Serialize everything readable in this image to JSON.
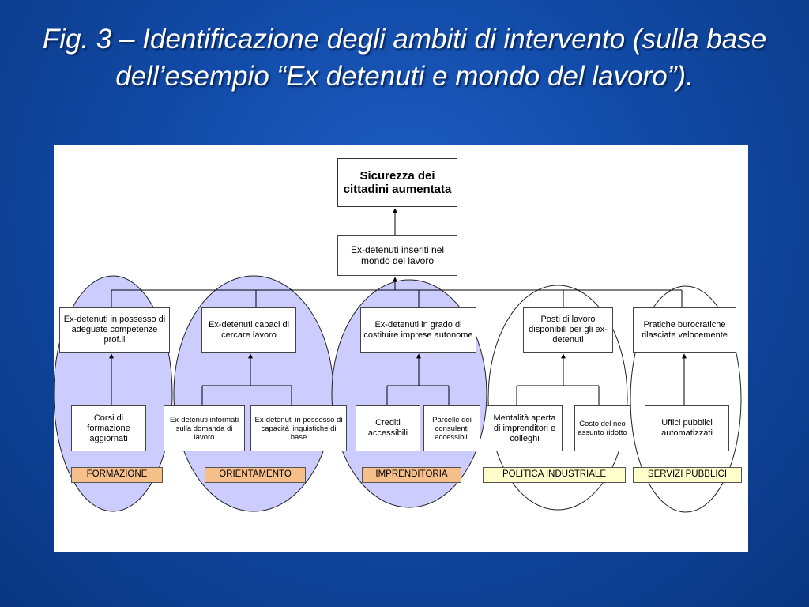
{
  "slide": {
    "title": "Fig. 3 – Identificazione degli ambiti di intervento (sulla base dell’esempio “Ex detenuti e mondo del lavoro”)."
  },
  "colors": {
    "background": "#114aa6",
    "ellipse_fill": "#ccccff",
    "label_orange": "#f7c08a",
    "label_yellow": "#ffffcc"
  },
  "diagram": {
    "goal": "Sicurezza dei cittadini aumentata",
    "purpose": "Ex-detenuti inseriti nel mondo del lavoro",
    "results": [
      "Ex-detenuti in possesso di adeguate competenze prof.li",
      "Ex-detenuti capaci di cercare lavoro",
      "Ex-detenuti in grado di costituire imprese autonome",
      "Posti di lavoro disponibili  per gli ex-detenuti",
      "Pratiche burocratiche rilasciate velocemente"
    ],
    "activities": [
      "Corsi di formazione aggiornati",
      "Ex-detenuti informati sulla domanda di lavoro",
      "Ex-detenuti in possesso di capacità linguistiche di base",
      "Crediti accessibili",
      "Parcelle dei consulenti accessibili",
      "Mentalità aperta di imprenditori e colleghi",
      "Costo del neo assunto ridotto",
      "Uffici pubblici automatizzati"
    ],
    "areas": [
      "FORMAZIONE",
      "ORIENTAMENTO",
      "IMPRENDITORIA",
      "POLITICA INDUSTRIALE",
      "SERVIZI PUBBLICI"
    ]
  }
}
